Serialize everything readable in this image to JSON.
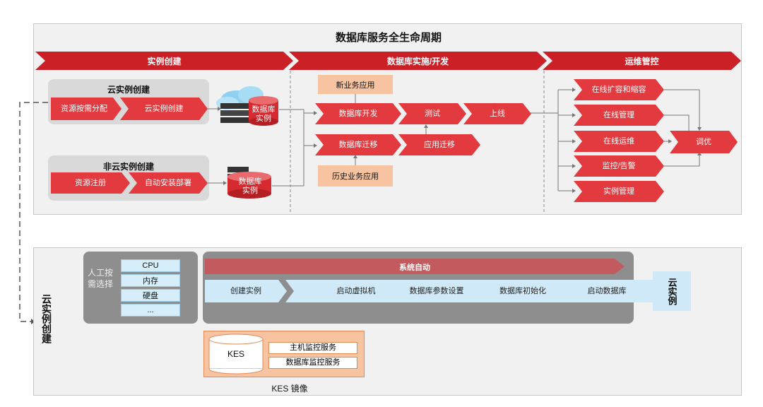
{
  "top_title": "数据库服务全生命周期",
  "phases": [
    "实例创建",
    "数据库实施/开发",
    "运维管控"
  ],
  "cloud_group": {
    "title": "云实例创建",
    "steps": [
      "资源按需分配",
      "云实例创建"
    ]
  },
  "noncloud_group": {
    "title": "非云实例创建",
    "steps": [
      "资源注册",
      "自动安装部署"
    ]
  },
  "db_instance_label": "数据库实例",
  "dev": {
    "new_app": "新业务应用",
    "history_app": "历史业务应用",
    "db_dev": "数据库开发",
    "test": "测试",
    "online": "上线",
    "db_migrate": "数据库迁移",
    "app_migrate": "应用迁移"
  },
  "ops": {
    "items": [
      "在线扩容和缩容",
      "在线管理",
      "在线运维",
      "监控/告警",
      "实例管理"
    ],
    "tune": "调优"
  },
  "bottom": {
    "side_title": "云实例创建",
    "manual_label": "人工按需选择",
    "resources": [
      "CPU",
      "内存",
      "硬盘",
      "..."
    ],
    "auto_label": "系统自动",
    "steps": [
      "创建实例",
      "启动虚拟机",
      "数据库参数设置",
      "数据库初始化",
      "启动数据库"
    ],
    "result": "云实例",
    "kes": "KES",
    "monitor_services": [
      "主机监控服务",
      "数据库监控服务"
    ],
    "image_label": "KES 镜像"
  },
  "colors": {
    "phase_red": "#cc2027",
    "chevron_red": "#e23a3f",
    "orange": "#f8c3a0",
    "light_blue": "#cfe9f8"
  }
}
